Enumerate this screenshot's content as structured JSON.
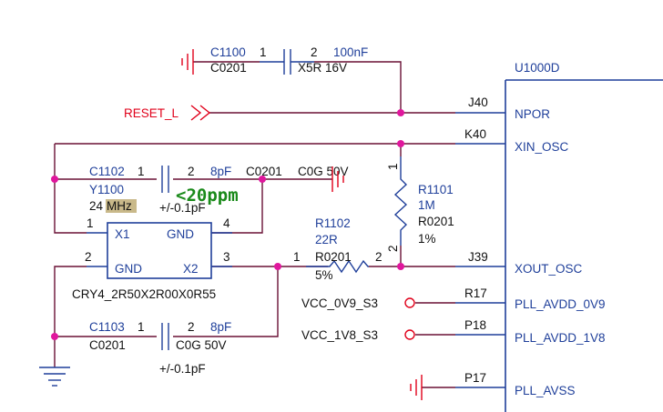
{
  "u1000": {
    "ref": "U1000D",
    "pins": [
      {
        "num": "J40",
        "name": "NPOR"
      },
      {
        "num": "K40",
        "name": "XIN_OSC"
      },
      {
        "num": "J39",
        "name": "XOUT_OSC"
      },
      {
        "num": "R17",
        "name": "PLL_AVDD_0V9"
      },
      {
        "num": "P18",
        "name": "PLL_AVDD_1V8"
      },
      {
        "num": "P17",
        "name": "PLL_AVSS"
      }
    ]
  },
  "c1100": {
    "ref": "C1100",
    "pin1": "1",
    "pin2": "2",
    "value": "100nF",
    "package": "C0201",
    "rating": "X5R 16V"
  },
  "c1102": {
    "ref": "C1102",
    "pin1": "1",
    "pin2": "2",
    "value": "8pF",
    "package": "C0201",
    "rating": "C0G 50V",
    "tolerance": "+/-0.1pF"
  },
  "c1103": {
    "ref": "C1103",
    "pin1": "1",
    "pin2": "2",
    "value": "8pF",
    "package": "C0201",
    "rating": "C0G 50V",
    "tolerance": "+/-0.1pF"
  },
  "r1101": {
    "ref": "R1101",
    "pin1": "1",
    "pin2": "2",
    "value": "1M",
    "package": "R0201",
    "tolerance": "1%"
  },
  "r1102": {
    "ref": "R1102",
    "pin1": "1",
    "pin2": "2",
    "value": "22R",
    "package": "R0201",
    "tolerance": "5%"
  },
  "y1100": {
    "ref": "Y1100",
    "freq_prefix": "24",
    "freq_unit": "MHz",
    "annotation": "<20ppm",
    "footprint": "CRY4_2R50X2R00X0R55",
    "pin_x1": "X1",
    "pin_gnd_right": "GND",
    "pin_gnd_left": "GND",
    "pin_x2": "X2",
    "num_x1": "1",
    "num_gnd_right": "4",
    "num_gnd_left": "2",
    "num_x2": "3"
  },
  "nets": {
    "reset": "RESET_L",
    "vcc_0v9": "VCC_0V9_S3",
    "vcc_1v8": "VCC_1V8_S3"
  },
  "colors": {
    "part": "#1f3f9a",
    "wire": "#6a1035",
    "ground": "#e0001a",
    "junction": "#e0179d",
    "highlight": "#c9b98a",
    "annotation": "#1a8a1a"
  }
}
